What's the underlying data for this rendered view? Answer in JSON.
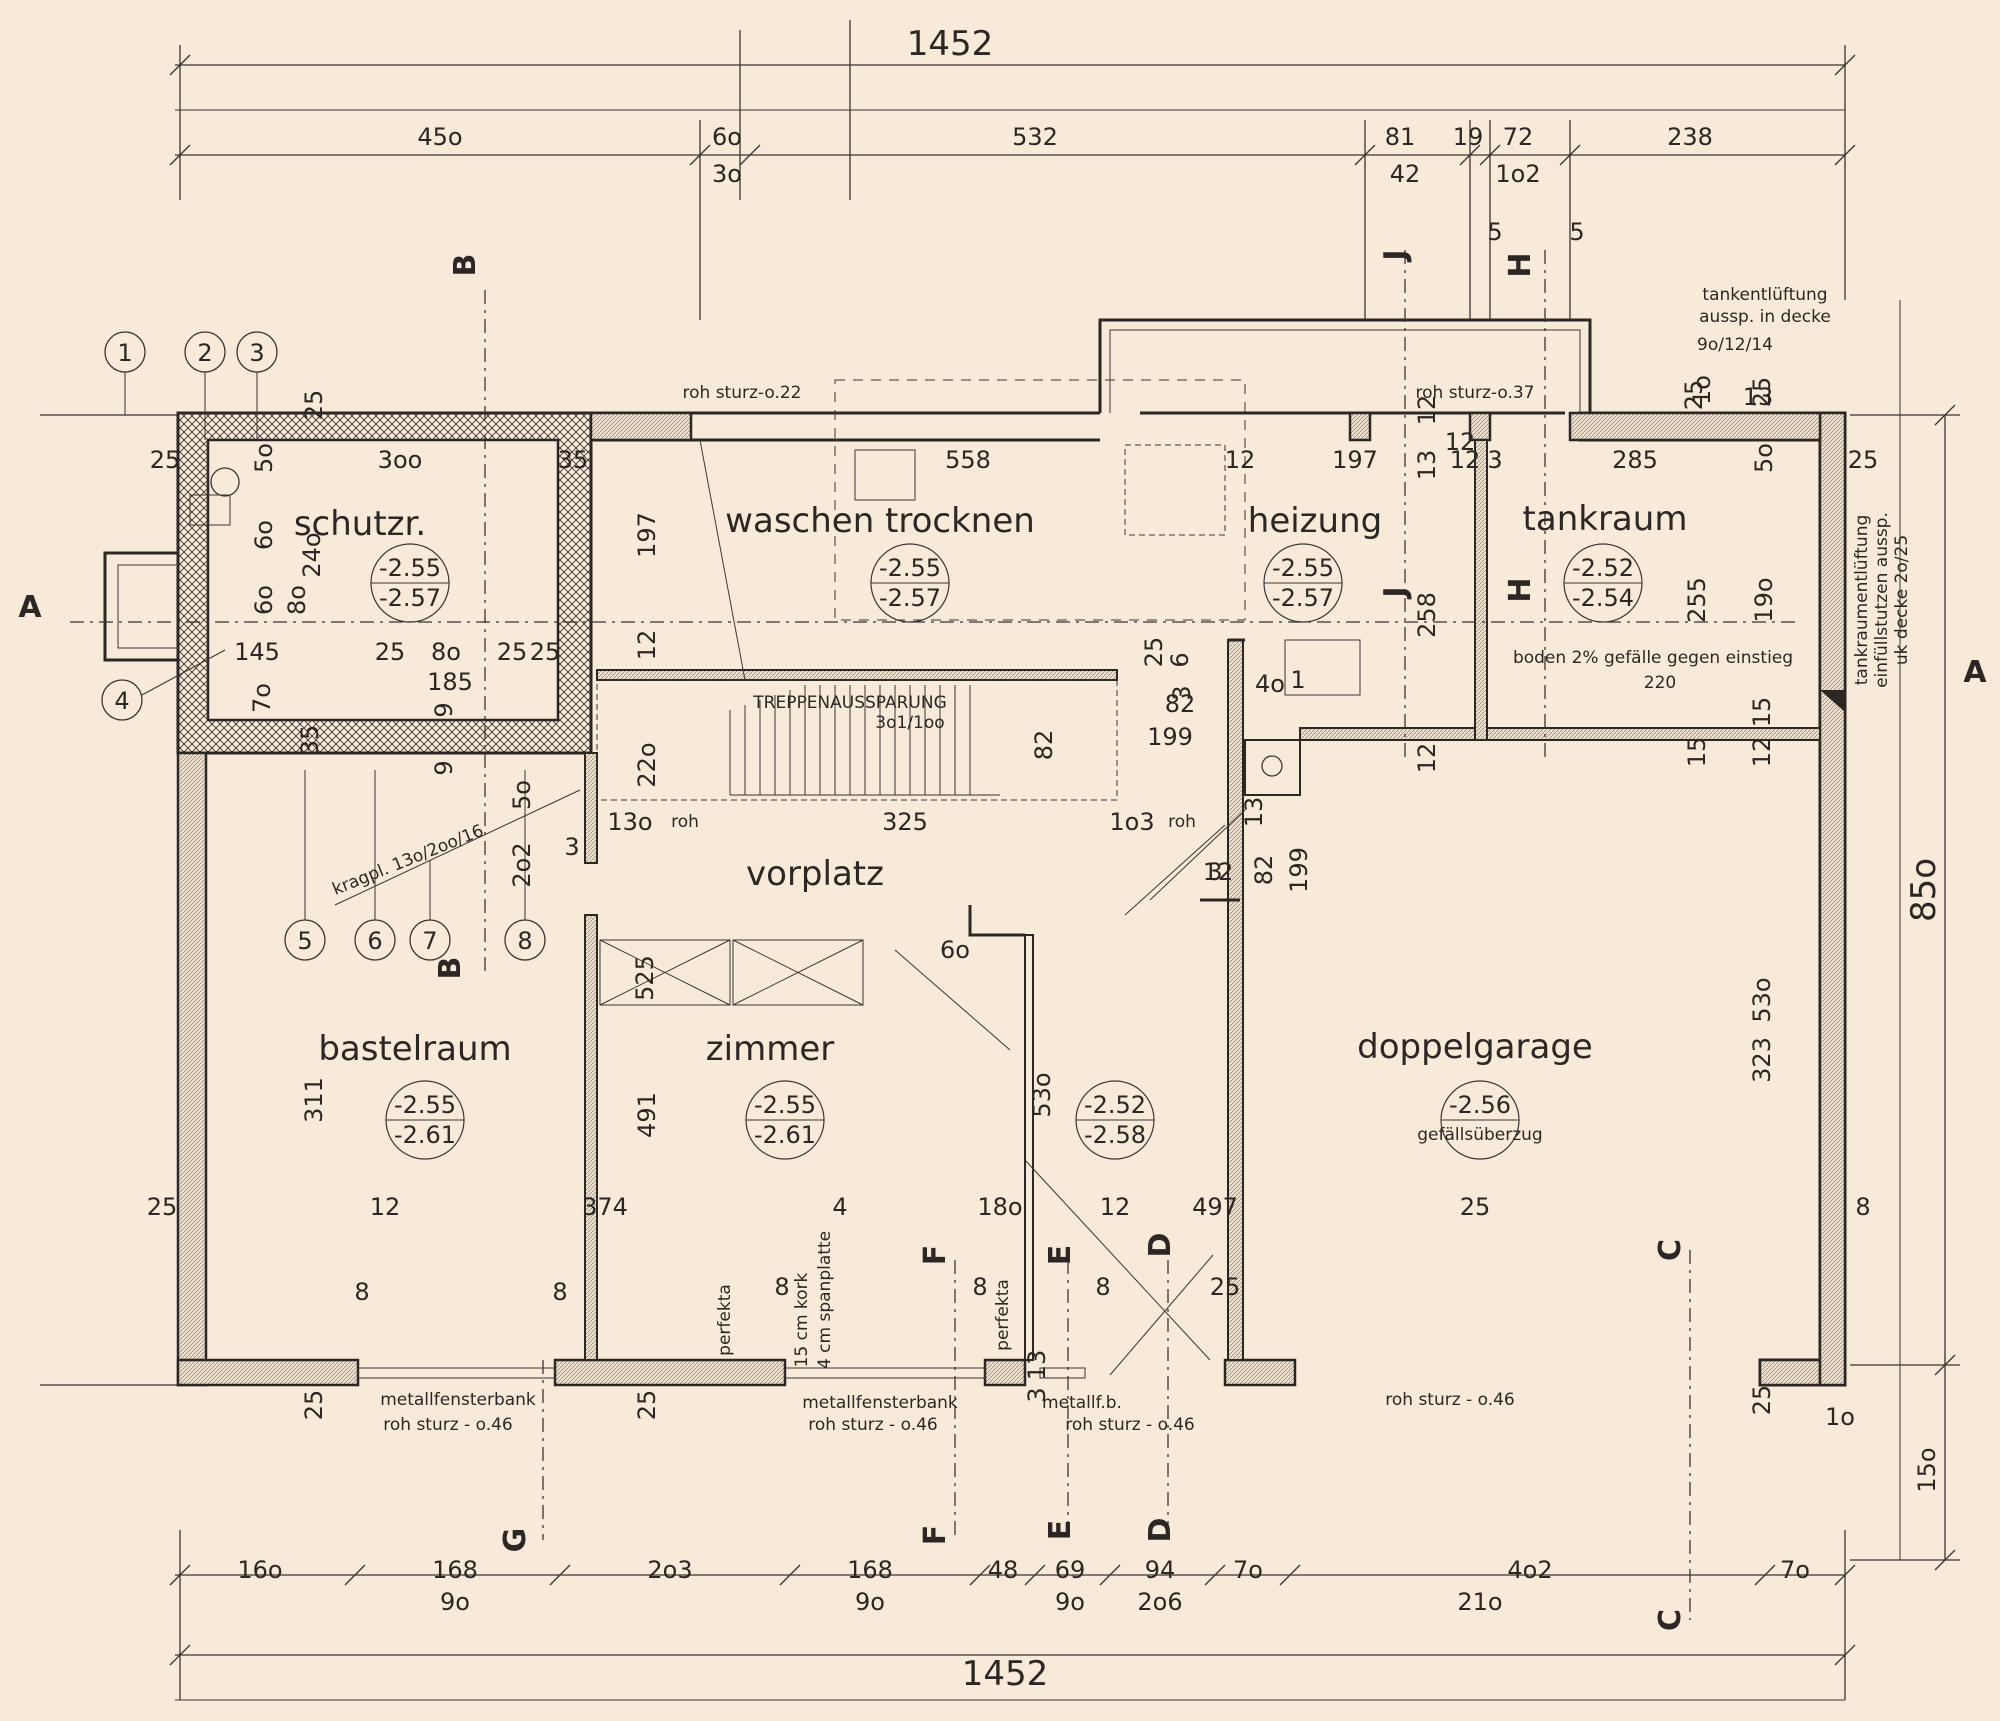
{
  "rooms": {
    "schutzraum": {
      "name": "schutzr.",
      "level_top": "-2.55",
      "level_bottom": "-2.57"
    },
    "waschen": {
      "name": "waschen trocknen",
      "level_top": "-2.55",
      "level_bottom": "-2.57"
    },
    "heizung": {
      "name": "heizung",
      "level_top": "-2.55",
      "level_bottom": "-2.57"
    },
    "tankraum": {
      "name": "tankraum",
      "level_top": "-2.52",
      "level_bottom": "-2.54"
    },
    "vorplatz": {
      "name": "vorplatz"
    },
    "bastelraum": {
      "name": "bastelraum",
      "level_top": "-2.55",
      "level_bottom": "-2.61"
    },
    "zimmer": {
      "name": "zimmer",
      "level_top": "-2.55",
      "level_bottom": "-2.61"
    },
    "flur": {
      "level_top": "-2.52",
      "level_bottom": "-2.58"
    },
    "doppelgarage": {
      "name": "doppelgarage",
      "level": "-2.56",
      "note": "gefällsüberzug"
    }
  },
  "dimensions": {
    "total_top": "1452",
    "total_bottom": "1452",
    "top_row": [
      "45o",
      "6o",
      "532",
      "81",
      "19",
      "72",
      "238"
    ],
    "top_row2": [
      "3o",
      "42",
      "1o2"
    ],
    "small5": [
      "5",
      "5"
    ],
    "right_850": "85o",
    "right_150": "15o",
    "right_530": "53o",
    "bottom_row1": [
      "16o",
      "168",
      "2o3",
      "168",
      "48",
      "69",
      "94",
      "7o",
      "4o2",
      "7o"
    ],
    "bottom_row2": [
      "9o",
      "9o",
      "9o",
      "2o6",
      "21o"
    ],
    "interior": [
      "3oo",
      "35",
      "25",
      "25",
      "5o",
      "6o",
      "24o",
      "6o",
      "8o",
      "7o",
      "145",
      "25",
      "8o",
      "25",
      "25",
      "185",
      "9",
      "9",
      "35",
      "5o",
      "558",
      "12",
      "197",
      "12",
      "3",
      "285",
      "5o",
      "25",
      "25",
      "25",
      "197",
      "12",
      "22o",
      "258",
      "255",
      "19o",
      "12",
      "15",
      "12",
      "15",
      "13o",
      "325",
      "1o3",
      "13",
      "82",
      "199",
      "82",
      "199",
      "4o",
      "1",
      "25",
      "6",
      "3",
      "82",
      "2o2",
      "3",
      "3",
      "6o",
      "525",
      "311",
      "491",
      "53o",
      "323",
      "12",
      "374",
      "4",
      "18o",
      "12",
      "497",
      "25",
      "25",
      "8",
      "8",
      "8",
      "8",
      "8",
      "8",
      "25",
      "25",
      "25",
      "25",
      "1o",
      "1o",
      "13",
      "13",
      "3",
      "12",
      "13",
      "12",
      "12"
    ]
  },
  "notes": {
    "sturz_top1": "roh sturz-o.22",
    "sturz_top2": "roh sturz-o.37",
    "tank_vent": [
      "tankentlüftung",
      "aussp. in decke",
      "9o/12/14"
    ],
    "tank_vent_side": [
      "tankraumentlüftung",
      "einfüllstutzen aussp.",
      "uk decke 2o/25"
    ],
    "boden": "boden 2% gefälle gegen einstieg",
    "boden_220": "220",
    "treppe1": "TREPPENAUSSPARUNG",
    "treppe2": "3o1/1oo",
    "roh1": "roh",
    "roh2": "roh",
    "kragpl": "kragpl. 13o/2oo/16",
    "fenster1a": "metallfensterbank",
    "fenster1b": "roh sturz - o.46",
    "fenster2a": "metallfensterbank",
    "fenster2b": "roh sturz - o.46",
    "fenster3a": "metallf.b.",
    "fenster3b": "roh sturz - o.46",
    "sturz_garage": "roh sturz - o.46",
    "kork1": "15 cm kork",
    "kork2": "4 cm spanplatte",
    "perfekta1": "perfekta",
    "perfekta2": "perfekta"
  },
  "sections": [
    "A",
    "A",
    "B",
    "B",
    "C",
    "C",
    "D",
    "D",
    "E",
    "E",
    "F",
    "F",
    "G",
    "H",
    "H",
    "J",
    "J"
  ],
  "markers": [
    "1",
    "2",
    "3",
    "4",
    "5",
    "6",
    "7",
    "8"
  ]
}
